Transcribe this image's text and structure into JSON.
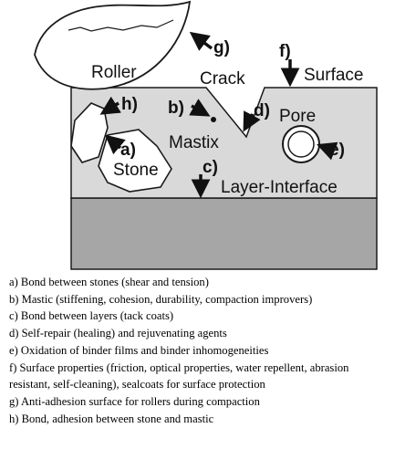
{
  "diagram": {
    "labels": {
      "roller": "Roller",
      "crack": "Crack",
      "surface": "Surface",
      "mastix": "Mastix",
      "pore": "Pore",
      "stone": "Stone",
      "layer_interface": "Layer-Interface"
    },
    "markers": {
      "a": "a)",
      "b": "b)",
      "c": "c)",
      "d": "d)",
      "e": "e)",
      "f": "f)",
      "g": "g)",
      "h": "h)"
    },
    "colors": {
      "mastix_fill": "#d9d9d9",
      "base_layer_fill": "#a6a6a6",
      "stroke": "#1a1a1a",
      "white": "#ffffff"
    }
  },
  "legend": {
    "items": [
      "a) Bond between stones (shear and tension)",
      "b) Mastic (stiffening, cohesion, durability, compaction improvers)",
      "c) Bond between layers (tack coats)",
      "d) Self-repair (healing) and rejuvenating agents",
      "e) Oxidation of binder films and binder inhomogeneities",
      "f) Surface properties (friction, optical properties, water repellent, abrasion resistant, self-cleaning), sealcoats for surface protection",
      "g) Anti-adhesion surface for rollers during compaction",
      "h) Bond, adhesion between stone and mastic"
    ]
  }
}
